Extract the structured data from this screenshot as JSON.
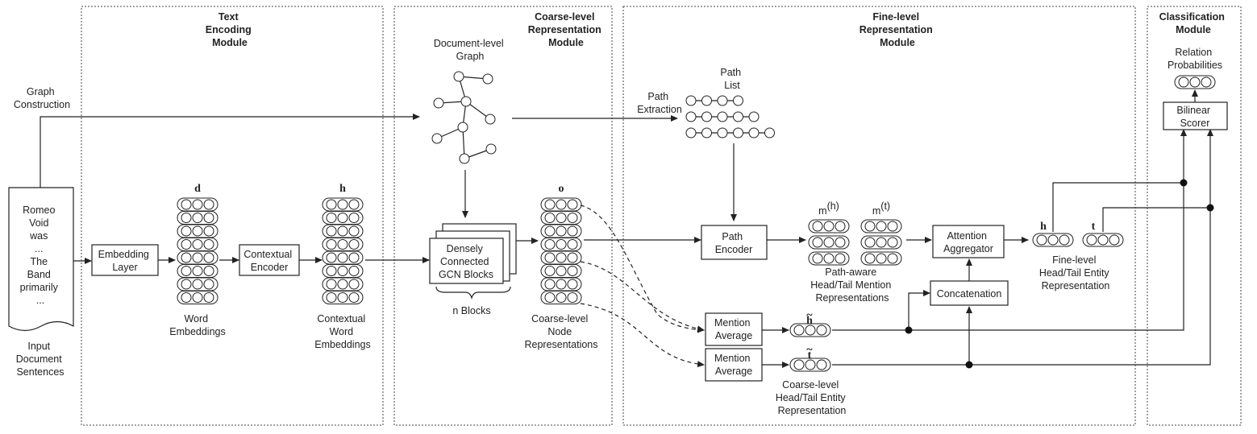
{
  "modules": {
    "text_encoding": [
      "Text",
      "Encoding",
      "Module"
    ],
    "coarse": [
      "Coarse-level",
      "Representation",
      "Module"
    ],
    "fine": [
      "Fine-level",
      "Representation",
      "Module"
    ],
    "classification": [
      "Classification",
      "Module"
    ]
  },
  "input": {
    "doc_lines": [
      "Romeo",
      "Void",
      "was",
      "...",
      "The",
      "Band",
      "primarily",
      "..."
    ],
    "caption": [
      "Input",
      "Document",
      "Sentences"
    ]
  },
  "graph_construction": [
    "Graph",
    "Construction"
  ],
  "boxes": {
    "embedding_layer": [
      "Embedding",
      "Layer"
    ],
    "contextual_encoder": [
      "Contextual",
      "Encoder"
    ],
    "gcn_blocks": [
      "Densely",
      "Connected",
      "GCN Blocks"
    ],
    "path_encoder": [
      "Path",
      "Encoder"
    ],
    "attention_aggregator": [
      "Attention",
      "Aggregator"
    ],
    "concatenation": "Concatenation",
    "mention_average_1": [
      "Mention",
      "Average"
    ],
    "mention_average_2": [
      "Mention",
      "Average"
    ],
    "bilinear_scorer": [
      "Bilinear",
      "Scorer"
    ]
  },
  "symbols": {
    "d": "d",
    "h_ctx": "h",
    "o": "o",
    "m": "m",
    "m_h_sup": "(h)",
    "m_t_sup": "(t)",
    "h_fine": "h",
    "t_fine": "t",
    "h_tilde": "h",
    "t_tilde": "t",
    "tilde": "~"
  },
  "labels": {
    "word_embeddings": [
      "Word",
      "Embeddings"
    ],
    "contextual_word_embeddings": [
      "Contextual",
      "Word",
      "Embeddings"
    ],
    "document_graph": [
      "Document-level",
      "Graph"
    ],
    "n_blocks_n": "n",
    "n_blocks_rest": " Blocks",
    "coarse_node_repr": [
      "Coarse-level",
      "Node",
      "Representations"
    ],
    "path_list": [
      "Path",
      "List"
    ],
    "path_extraction": [
      "Path",
      "Extraction"
    ],
    "path_aware": [
      "Path-aware",
      "Head/Tail Mention",
      "Representations"
    ],
    "fine_entity": [
      "Fine-level",
      "Head/Tail Entity",
      "Representation"
    ],
    "coarse_entity": [
      "Coarse-level",
      "Head/Tail Entity",
      "Representation"
    ],
    "relation_probabilities": [
      "Relation",
      "Probabilities"
    ]
  }
}
